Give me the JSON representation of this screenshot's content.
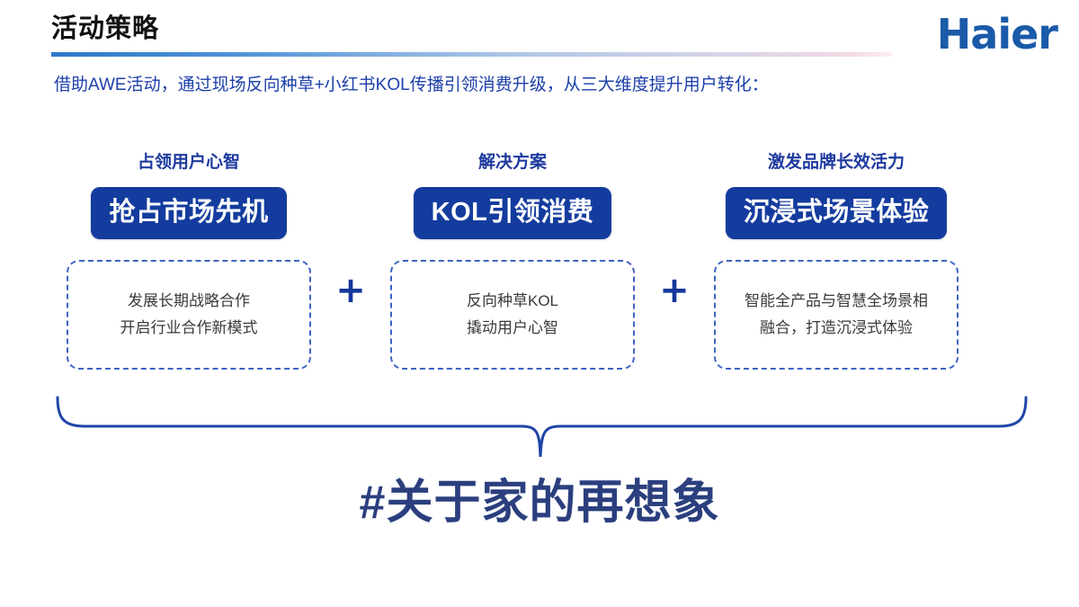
{
  "slide": {
    "title": "活动策略",
    "logo": "Haier",
    "subtitle": "借助AWE活动，通过现场反向种草+小红书KOL传播引领消费升级，从三大维度提升用户转化：",
    "hashtag": "#关于家的再想象",
    "plus_symbol": "+",
    "colors": {
      "title": "#111111",
      "logo_blue": "#1a5aa8",
      "subtitle_blue": "#1c3faa",
      "heading_blue": "#1e3a9e",
      "badge_blue": "#143c9e",
      "badge_text": "#ffffff",
      "box_border": "#3f63c4",
      "box_text": "#3a3a3a",
      "plus_blue": "#15379b",
      "brace_blue": "#1f45a8",
      "hashtag_navy": "#2b3f7e",
      "rule_gradient_start": "#2f77c8",
      "rule_gradient_end": "#fbeff3"
    }
  },
  "columns": [
    {
      "heading": "占领用户心智",
      "badge": "抢占市场先机",
      "box_lines": [
        "发展长期战略合作",
        "开启行业合作新模式"
      ]
    },
    {
      "heading": "解决方案",
      "badge": "KOL引领消费",
      "box_lines": [
        "反向种草KOL",
        "撬动用户心智"
      ]
    },
    {
      "heading": "激发品牌长效活力",
      "badge": "沉浸式场景体验",
      "box_lines": [
        "智能全产品与智慧全场景相",
        "融合，打造沉浸式体验"
      ]
    }
  ]
}
